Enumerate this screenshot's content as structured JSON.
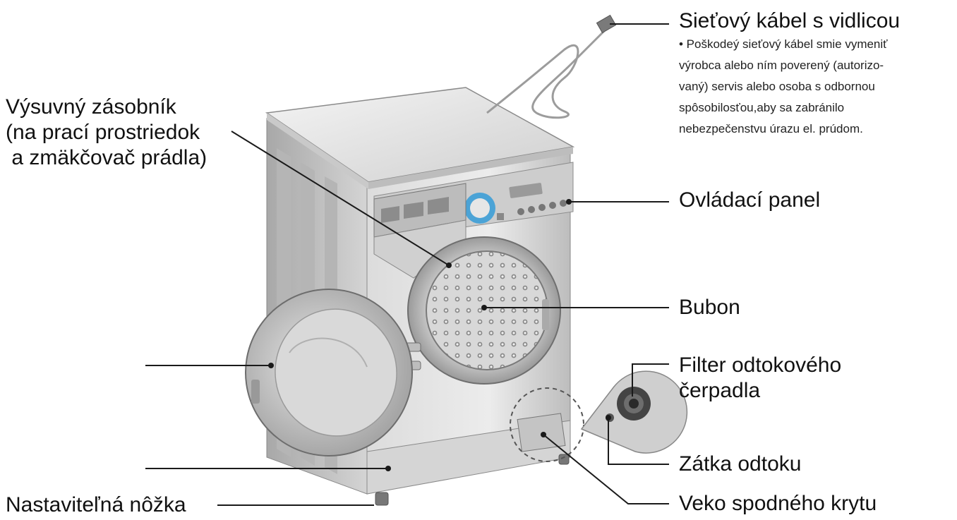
{
  "labels": {
    "power_cable": "Sieťový kábel s vidlicou",
    "power_cable_note": "• Poškodeý sieťový kábel smie vymeniť\n  výrobca alebo ním poverený (autorizo-\n  vaný) servis alebo osoba s odbornou\n  spôsobilosťou,aby sa zabránilo\n  nebezpečenstvu úrazu el. prúdom.",
    "detergent_drawer_line1": "Výsuvný zásobník",
    "detergent_drawer_line2": "(na prací prostriedok",
    "detergent_drawer_line3": " a zmäkčovač prádla)",
    "control_panel": "Ovládací panel",
    "drum": "Bubon",
    "pump_filter_line1": "Filter odtokového",
    "pump_filter_line2": "čerpadla",
    "drain_plug": "Zátka odtoku",
    "lower_cover_cap": "Veko spodného krytu",
    "adjustable_foot": "Nastaviteľná nôžka"
  },
  "colors": {
    "body_light": "#e6e6e6",
    "body_mid": "#c4c4c4",
    "body_dark": "#8c8c8c",
    "line": "#1a1a1a"
  }
}
